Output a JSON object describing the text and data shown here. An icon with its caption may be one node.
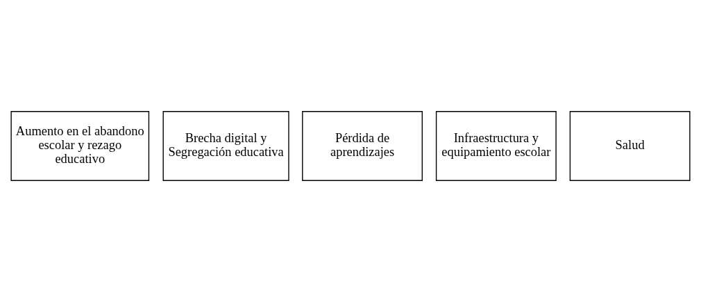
{
  "diagram": {
    "nodes": [
      {
        "text": [
          "Aumento en el abandono escolar y rezago educativo"
        ]
      },
      {
        "text": [
          "Brecha digital y Segregación educativa"
        ]
      },
      {
        "text": [
          "Pérdida de aprendizajes"
        ]
      },
      {
        "text": [
          "Infraestructura y equipamiento escolar"
        ]
      },
      {
        "text": [
          "Salud"
        ]
      }
    ]
  }
}
